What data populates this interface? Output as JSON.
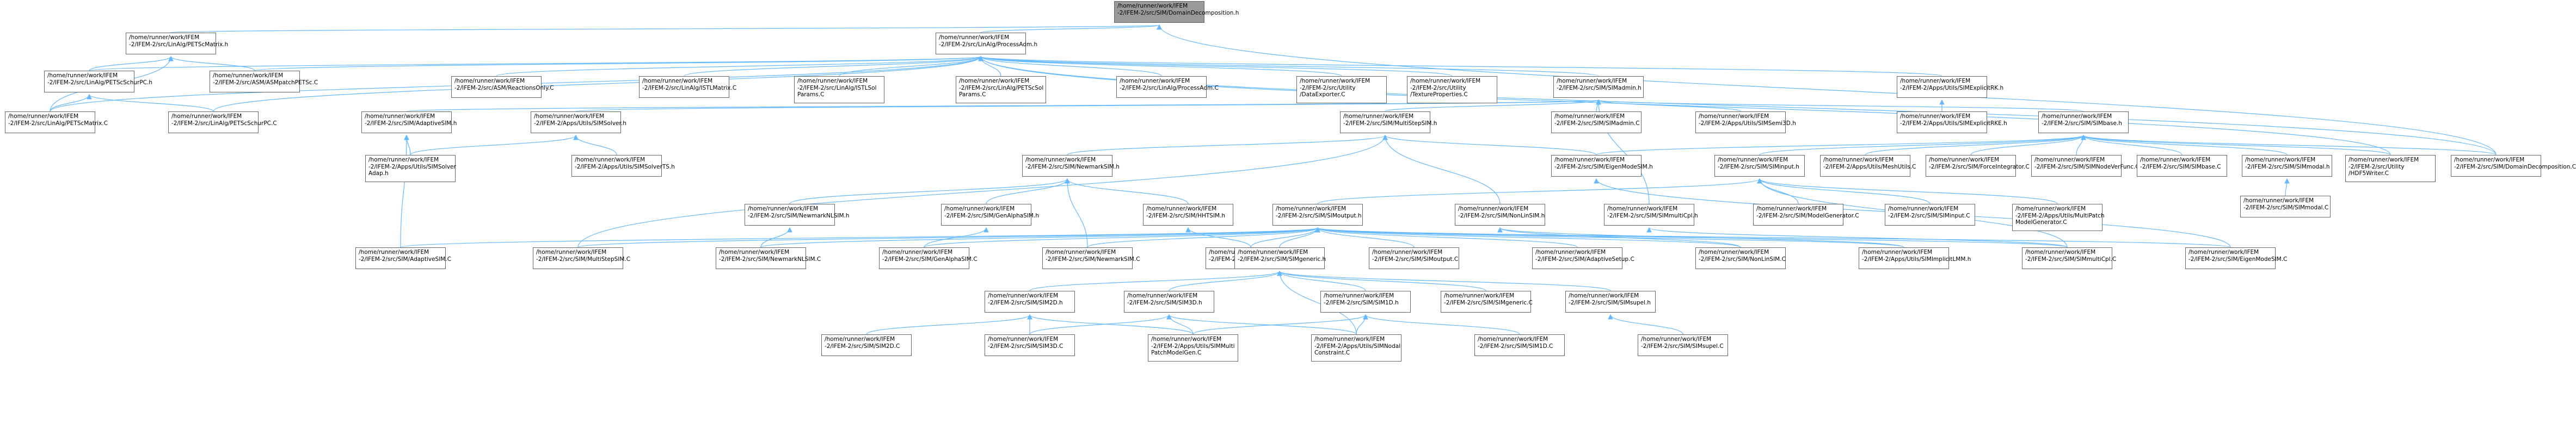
{
  "colors": {
    "edge": "#63b8ff",
    "node_border": "#666666",
    "root_fill": "#999999",
    "node_fill": "#ffffff"
  },
  "nodes": {
    "root": {
      "l1": "/home/runner/work/IFEM",
      "l2": "-2/IFEM-2/src/SIM/DomainDecomposition.h"
    },
    "petscmatrix_h": {
      "l1": "/home/runner/work/IFEM",
      "l2": "-2/IFEM-2/src/LinAlg/PETScMatrix.h"
    },
    "processadm_h": {
      "l1": "/home/runner/work/IFEM",
      "l2": "-2/IFEM-2/src/LinAlg/ProcessAdm.h"
    },
    "petscschurpc_h": {
      "l1": "/home/runner/work/IFEM",
      "l2": "-2/IFEM-2/src/LinAlg/PETScSchurPC.h"
    },
    "asmpatchpetsc_c": {
      "l1": "/home/runner/work/IFEM",
      "l2": "-2/IFEM-2/src/ASM/ASMpatchPETSc.C"
    },
    "petscmatrix_c": {
      "l1": "/home/runner/work/IFEM",
      "l2": "-2/IFEM-2/src/LinAlg/PETScMatrix.C"
    },
    "petscschurpc_c": {
      "l1": "/home/runner/work/IFEM",
      "l2": "-2/IFEM-2/src/LinAlg/PETScSchurPC.C"
    },
    "asmreactionsonly": {
      "l1": "/home/runner/work/IFEM",
      "l2": "-2/IFEM-2/src/ASM/ReactionsOnly.C"
    },
    "istlmatrix_c": {
      "l1": "/home/runner/work/IFEM",
      "l2": "-2/IFEM-2/src/LinAlg/ISTLMatrix.C"
    },
    "istlsolparams_c": {
      "l1": "/home/runner/work/IFEM",
      "l2": "-2/IFEM-2/src/LinAlg/ISTLSol",
      "l3": "Params.C"
    },
    "petscsolparams_c": {
      "l1": "/home/runner/work/IFEM",
      "l2": "-2/IFEM-2/src/LinAlg/PETScSol",
      "l3": "Params.C"
    },
    "processadm_c": {
      "l1": "/home/runner/work/IFEM",
      "l2": "-2/IFEM-2/src/LinAlg/ProcessAdm.C"
    },
    "dataexporter_c": {
      "l1": "/home/runner/work/IFEM",
      "l2": "-2/IFEM-2/src/Utility",
      "l3": "/DataExporter.C"
    },
    "textureprops_c": {
      "l1": "/home/runner/work/IFEM",
      "l2": "-2/IFEM-2/src/Utility",
      "l3": "/TextureProperties.C"
    },
    "simadmin_h": {
      "l1": "/home/runner/work/IFEM",
      "l2": "-2/IFEM-2/src/SIM/SIMadmin.h"
    },
    "simexplicitrk_h": {
      "l1": "/home/runner/work/IFEM",
      "l2": "-2/IFEM-2/Apps/Utils/SIMExplicitRK.h"
    },
    "simexplicitrke_h": {
      "l1": "/home/runner/work/IFEM",
      "l2": "-2/IFEM-2/Apps/Utils/SIMExplicitRKE.h"
    },
    "adaptivesim_h": {
      "l1": "/home/runner/work/IFEM",
      "l2": "-2/IFEM-2/src/SIM/AdaptiveSIM.h"
    },
    "simsolver_h": {
      "l1": "/home/runner/work/IFEM",
      "l2": "-2/IFEM-2/Apps/Utils/SIMSolver.h"
    },
    "multistepsim_h": {
      "l1": "/home/runner/work/IFEM",
      "l2": "-2/IFEM-2/src/SIM/MultiStepSIM.h"
    },
    "simadmin_c": {
      "l1": "/home/runner/work/IFEM",
      "l2": "-2/IFEM-2/src/SIM/SIMadmin.C"
    },
    "simsemi3d_h": {
      "l1": "/home/runner/work/IFEM",
      "l2": "-2/IFEM-2/Apps/Utils/SIMSemi3D.h"
    },
    "simbase_h": {
      "l1": "/home/runner/work/IFEM",
      "l2": "-2/IFEM-2/src/SIM/SIMbase.h"
    },
    "simsolveradap_h": {
      "l1": "/home/runner/work/IFEM",
      "l2": "-2/IFEM-2/Apps/Utils/SIMSolver",
      "l3": "Adap.h"
    },
    "simsolverts_h": {
      "l1": "/home/runner/work/IFEM",
      "l2": "-2/IFEM-2/Apps/Utils/SIMSolverTS.h"
    },
    "newmarksim_h": {
      "l1": "/home/runner/work/IFEM",
      "l2": "-2/IFEM-2/src/SIM/NewmarkSIM.h"
    },
    "eigenmodesim_h": {
      "l1": "/home/runner/work/IFEM",
      "l2": "-2/IFEM-2/src/SIM/EigenModeSIM.h"
    },
    "siminput_h": {
      "l1": "/home/runner/work/IFEM",
      "l2": "-2/IFEM-2/src/SIM/SIMinput.h"
    },
    "meshutils_c": {
      "l1": "/home/runner/work/IFEM",
      "l2": "-2/IFEM-2/Apps/Utils/MeshUtils.C"
    },
    "forceintegrator_c": {
      "l1": "/home/runner/work/IFEM",
      "l2": "-2/IFEM-2/src/SIM/ForceIntegrator.C"
    },
    "simnodeverfunc_c": {
      "l1": "/home/runner/work/IFEM",
      "l2": "-2/IFEM-2/src/SIM/SIMNodeVerFunc.C"
    },
    "simbase_c": {
      "l1": "/home/runner/work/IFEM",
      "l2": "-2/IFEM-2/src/SIM/SIMbase.C"
    },
    "simmodal_h": {
      "l1": "/home/runner/work/IFEM",
      "l2": "-2/IFEM-2/src/SIM/SIMmodal.h"
    },
    "hdf5writer_c": {
      "l1": "/home/runner/work/IFEM",
      "l2": "-2/IFEM-2/src/Utility",
      "l3": "/HDF5Writer.C"
    },
    "domaindecomp_c": {
      "l1": "/home/runner/work/IFEM",
      "l2": "-2/IFEM-2/src/SIM/DomainDecomposition.C"
    },
    "simmodal_c": {
      "l1": "/home/runner/work/IFEM",
      "l2": "-2/IFEM-2/src/SIM/SIMmodal.C"
    },
    "newmarknlsim_h": {
      "l1": "/home/runner/work/IFEM",
      "l2": "-2/IFEM-2/src/SIM/NewmarkNLSIM.h"
    },
    "genalphasim_h": {
      "l1": "/home/runner/work/IFEM",
      "l2": "-2/IFEM-2/src/SIM/GenAlphaSIM.h"
    },
    "hhtsim_h": {
      "l1": "/home/runner/work/IFEM",
      "l2": "-2/IFEM-2/src/SIM/HHTSIM.h"
    },
    "simoutput_h": {
      "l1": "/home/runner/work/IFEM",
      "l2": "-2/IFEM-2/src/SIM/SIMoutput.h"
    },
    "nonlinsim_h": {
      "l1": "/home/runner/work/IFEM",
      "l2": "-2/IFEM-2/src/SIM/NonLinSIM.h"
    },
    "simmulticpl_h": {
      "l1": "/home/runner/work/IFEM",
      "l2": "-2/IFEM-2/src/SIM/SIMmultiCpl.h"
    },
    "modelgenerator_c": {
      "l1": "/home/runner/work/IFEM",
      "l2": "-2/IFEM-2/src/SIM/ModelGenerator.C"
    },
    "siminput_c": {
      "l1": "/home/runner/work/IFEM",
      "l2": "-2/IFEM-2/src/SIM/SIMinput.C"
    },
    "multipatchmg_c": {
      "l1": "/home/runner/work/IFEM",
      "l2": "-2/IFEM-2/Apps/Utils/MultiPatch",
      "l3": "ModelGenerator.C"
    },
    "adaptivesim_c": {
      "l1": "/home/runner/work/IFEM",
      "l2": "-2/IFEM-2/src/SIM/AdaptiveSIM.C"
    },
    "multistepsim_c": {
      "l1": "/home/runner/work/IFEM",
      "l2": "-2/IFEM-2/src/SIM/MultiStepSIM.C"
    },
    "newmarknlsim_c": {
      "l1": "/home/runner/work/IFEM",
      "l2": "-2/IFEM-2/src/SIM/NewmarkNLSIM.C"
    },
    "genalphasim_c": {
      "l1": "/home/runner/work/IFEM",
      "l2": "-2/IFEM-2/src/SIM/GenAlphaSIM.C"
    },
    "newmarksim_c": {
      "l1": "/home/runner/work/IFEM",
      "l2": "-2/IFEM-2/src/SIM/NewmarkSIM.C"
    },
    "hhtsim_c": {
      "l1": "/home/runner/work/IFEM",
      "l2": "-2/IFEM-2/src/SIM/HHTSIM.C"
    },
    "simoutput_c": {
      "l1": "/home/runner/work/IFEM",
      "l2": "-2/IFEM-2/src/SIM/SIMoutput.C"
    },
    "adaptivesetup_c": {
      "l1": "/home/runner/work/IFEM",
      "l2": "-2/IFEM-2/src/SIM/AdaptiveSetup.C"
    },
    "nonlinsim_c": {
      "l1": "/home/runner/work/IFEM",
      "l2": "-2/IFEM-2/src/SIM/NonLinSIM.C"
    },
    "simimplicitlmm_h": {
      "l1": "/home/runner/work/IFEM",
      "l2": "-2/IFEM-2/Apps/Utils/SIMImplicitLMM.h"
    },
    "simmulticpl_c": {
      "l1": "/home/runner/work/IFEM",
      "l2": "-2/IFEM-2/src/SIM/SIMmultiCpl.C"
    },
    "eigenmodesim_c": {
      "l1": "/home/runner/work/IFEM",
      "l2": "-2/IFEM-2/src/SIM/EigenModeSIM.C"
    },
    "simgeneric_h": {
      "l1": "/home/runner/work/IFEM",
      "l2": "-2/IFEM-2/src/SIM/SIMgeneric.h"
    },
    "sim2d_h": {
      "l1": "/home/runner/work/IFEM",
      "l2": "-2/IFEM-2/src/SIM/SIM2D.h"
    },
    "sim3d_h": {
      "l1": "/home/runner/work/IFEM",
      "l2": "-2/IFEM-2/src/SIM/SIM3D.h"
    },
    "sim1d_h": {
      "l1": "/home/runner/work/IFEM",
      "l2": "-2/IFEM-2/src/SIM/SIM1D.h"
    },
    "simgeneric_c": {
      "l1": "/home/runner/work/IFEM",
      "l2": "-2/IFEM-2/src/SIM/SIMgeneric.C"
    },
    "simsupel_h": {
      "l1": "/home/runner/work/IFEM",
      "l2": "-2/IFEM-2/src/SIM/SIMsupel.h"
    },
    "sim2d_c": {
      "l1": "/home/runner/work/IFEM",
      "l2": "-2/IFEM-2/src/SIM/SIM2D.C"
    },
    "sim3d_c": {
      "l1": "/home/runner/work/IFEM",
      "l2": "-2/IFEM-2/src/SIM/SIM3D.C"
    },
    "simmultipatch_c": {
      "l1": "/home/runner/work/IFEM",
      "l2": "-2/IFEM-2/Apps/Utils/SIMMulti",
      "l3": "PatchModelGen.C"
    },
    "simnodalconstr_c": {
      "l1": "/home/runner/work/IFEM",
      "l2": "-2/IFEM-2/Apps/Utils/SIMNodal",
      "l3": "Constraint.C"
    },
    "sim1d_c": {
      "l1": "/home/runner/work/IFEM",
      "l2": "-2/IFEM-2/src/SIM/SIM1D.C"
    },
    "simsupel_c": {
      "l1": "/home/runner/work/IFEM",
      "l2": "-2/IFEM-2/src/SIM/SIMsupel.C"
    }
  }
}
